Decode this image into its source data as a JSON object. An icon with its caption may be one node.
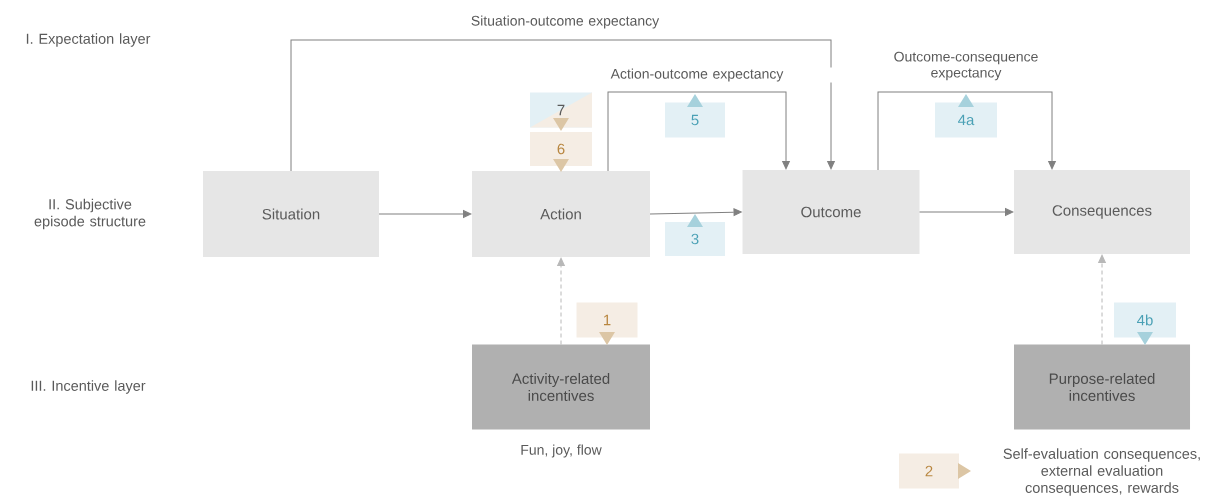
{
  "diagram": {
    "nodes": [
      {
        "text": [
          "Situation"
        ]
      },
      {
        "text": [
          "Action"
        ]
      },
      {
        "text": [
          "Outcome"
        ]
      },
      {
        "text": [
          "Consequences"
        ]
      },
      {
        "text": [
          "Activity-related incentives"
        ],
        "beside": [
          "Fun, joy, flow"
        ]
      },
      {
        "text": [
          "Purpose-related incentives"
        ]
      },
      {
        "text": [
          "7"
        ]
      },
      {
        "text": [
          "6"
        ]
      },
      {
        "text": [
          "5"
        ]
      },
      {
        "text": [
          "3"
        ]
      },
      {
        "text": [
          "4a"
        ]
      },
      {
        "text": [
          "1"
        ]
      },
      {
        "text": [
          "4b"
        ]
      },
      {
        "text": [
          "2"
        ]
      }
    ],
    "edges": [
      {
        "from": 0,
        "to": 1,
        "arrow": "to"
      },
      {
        "from": 1,
        "to": 2,
        "arrow": "to"
      },
      {
        "from": 2,
        "to": 3,
        "arrow": "to"
      },
      {
        "from": 0,
        "to": 2,
        "arrow": "to",
        "label": "Situation-outcome expectancy"
      },
      {
        "from": 1,
        "to": 2,
        "arrow": "to",
        "label": "Action-outcome expectancy"
      },
      {
        "from": 2,
        "to": 3,
        "arrow": "to",
        "label": "Outcome-consequence expectancy"
      },
      {
        "from": 4,
        "to": 1,
        "arrow": "to",
        "style": "dashed",
        "color": "#b8b8b8"
      },
      {
        "from": 5,
        "to": 3,
        "arrow": "to",
        "style": "dashed",
        "color": "#b8b8b8"
      }
    ],
    "labels": [
      "I. Expectation layer",
      "II. Subjective episode structure",
      "III. Incentive layer",
      "Self-evaluation consequences, external evaluation consequences, rewards"
    ]
  }
}
